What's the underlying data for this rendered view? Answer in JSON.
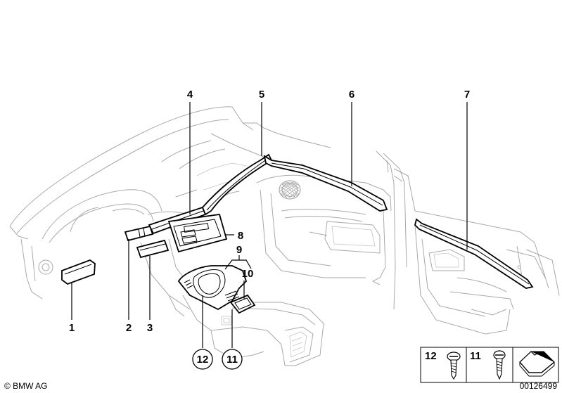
{
  "callouts": {
    "c1": "1",
    "c2": "2",
    "c3": "3",
    "c4": "4",
    "c5": "5",
    "c6": "6",
    "c7": "7",
    "c8": "8",
    "c9": "9",
    "c10": "10",
    "c11": "11",
    "c12": "12"
  },
  "legend": {
    "screw12_label": "12",
    "screw11_label": "11",
    "arrow_icon": "direction-arrow-icon"
  },
  "footer": {
    "copyright": "© BMW AG",
    "diagram_number": "00126499"
  }
}
